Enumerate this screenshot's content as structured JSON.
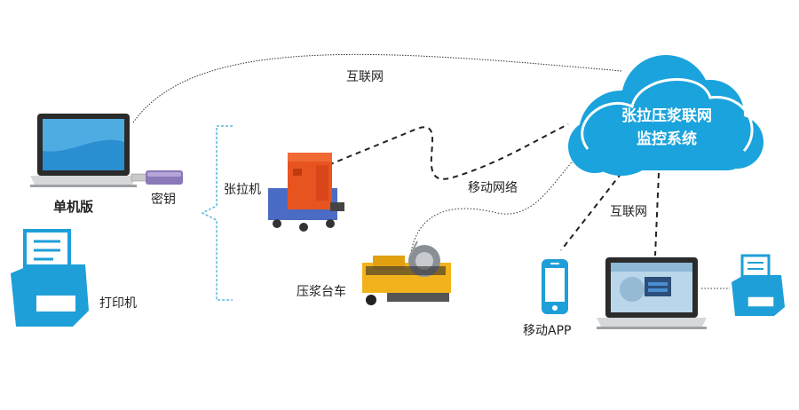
{
  "labels": {
    "internet_top": "互联网",
    "cloud_line1": "张拉压浆联网",
    "cloud_line2": "监控系统",
    "standalone": "单机版",
    "key": "密钥",
    "printer_left": "打印机",
    "tensioner": "张拉机",
    "grout_cart": "压浆台车",
    "mobile_network": "移动网络",
    "internet_right": "互联网",
    "mobile_app": "移动APP"
  },
  "colors": {
    "cloud": "#1aa3dc",
    "device_blue": "#1e9fd8",
    "tensioner_orange": "#e8541f",
    "grout_yellow": "#f2b21b",
    "bracket": "#5bb8e0"
  }
}
